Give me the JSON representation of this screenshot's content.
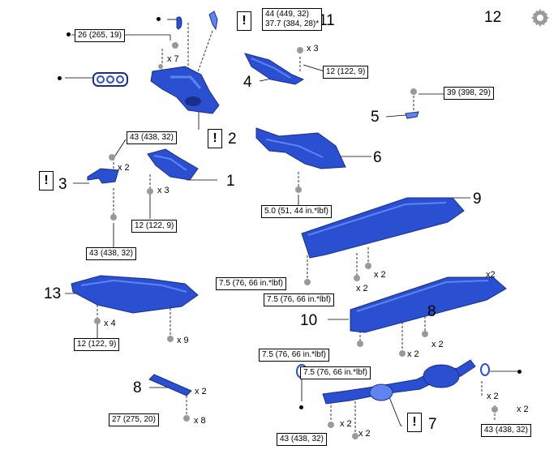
{
  "colors": {
    "part_fill": "#2a4fd0",
    "part_dark": "#1a2f8a",
    "part_light": "#5f84f0",
    "bolt": "#999999"
  },
  "icons": [
    "settings-gear-icon",
    "caution-icon"
  ],
  "part_numbers": {
    "p1": "1",
    "p2": "2",
    "p3": "3",
    "p4": "4",
    "p5": "5",
    "p6": "6",
    "p7": "7",
    "p8a": "8",
    "p8b": "8",
    "p9": "9",
    "p10": "10",
    "p11": "11",
    "p12": "12",
    "p13": "13"
  },
  "torques": {
    "t_26": "26 (265, 19)",
    "t_44_a": "44 (449, 32)",
    "t_44_b": "37.7 (384, 28)*",
    "t_12_top": "12 (122, 9)",
    "t_39": "39 (398, 29)",
    "t_43_mid": "43 (438, 32)",
    "t_12_mid": "12 (122, 9)",
    "t_43_low": "43 (438, 32)",
    "t_5": "5.0 (51, 44 in.*lbf)",
    "t_75_a": "7.5 (76, 66 in.*lbf)",
    "t_75_b": "7.5 (76, 66 in.*lbf)",
    "t_12_low": "12 (122, 9)",
    "t_75_c": "7.5 (76, 66 in.*lbf)",
    "t_75_d": "7.5 (76, 66 in.*lbf)",
    "t_27": "27 (275, 20)",
    "t_43_bl": "43 (438, 32)",
    "t_43_br": "43 (438, 32)"
  },
  "quantities": {
    "q_x7": "x 7",
    "q_x3_a": "x 3",
    "q_x2_a": "x 2",
    "q_x3_b": "x 3",
    "q_x2_b": "x 2",
    "q_x2_c": "x 2",
    "q_x2_d": "x2",
    "q_x4": "x 4",
    "q_x9": "x 9",
    "q_x2_e": "x 2",
    "q_x2_f": "x 2",
    "q_x8": "x 8",
    "q_x2_g": "x 2",
    "q_x2_h": "x 2",
    "q_x2_i": "x 2",
    "q_x2_j": "x 2"
  },
  "caution_symbol": "!"
}
